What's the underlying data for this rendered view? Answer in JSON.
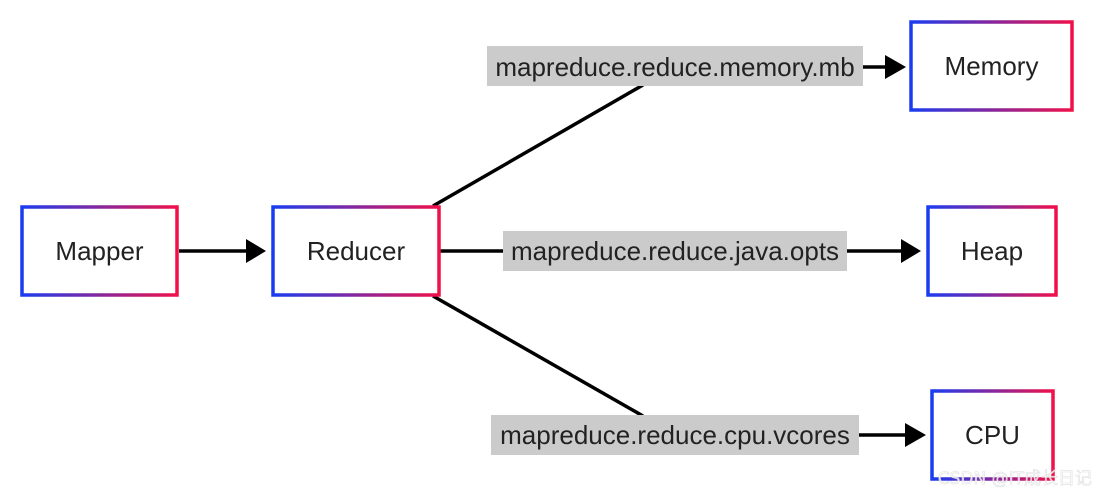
{
  "colors": {
    "border_gradient_start": "#1a3cf0",
    "border_gradient_end": "#f0114a",
    "edge": "#000000",
    "label_background": "#cbcbcb",
    "text": "#222222"
  },
  "nodes": {
    "mapper": "Mapper",
    "reducer": "Reducer",
    "memory": "Memory",
    "heap": "Heap",
    "cpu": "CPU"
  },
  "edges": {
    "mapper_to_reducer": {
      "from": "Mapper",
      "to": "Reducer",
      "label": ""
    },
    "reducer_to_memory": {
      "from": "Reducer",
      "to": "Memory",
      "label": "mapreduce.reduce.memory.mb"
    },
    "reducer_to_heap": {
      "from": "Reducer",
      "to": "Heap",
      "label": "mapreduce.reduce.java.opts"
    },
    "reducer_to_cpu": {
      "from": "Reducer",
      "to": "CPU",
      "label": "mapreduce.reduce.cpu.vcores"
    }
  },
  "watermark": "CSDN @IT成长日记"
}
